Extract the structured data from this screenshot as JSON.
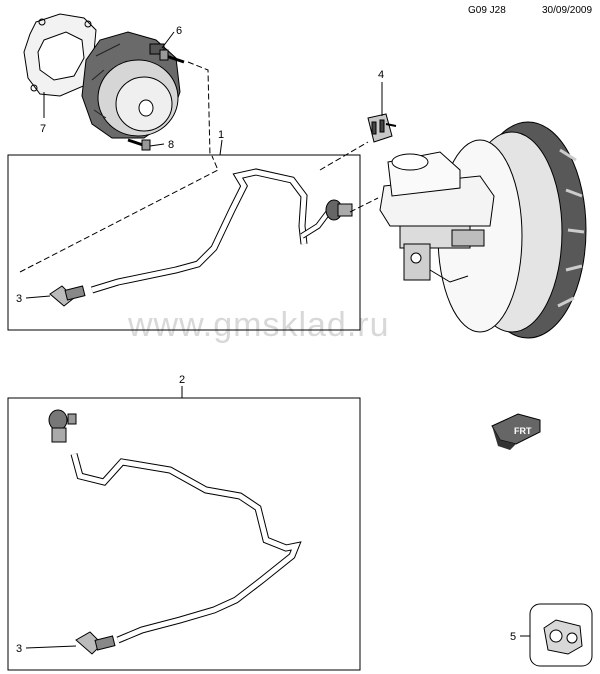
{
  "header": {
    "code": "G09 J28",
    "date": "30/09/2009"
  },
  "watermark": "www.gmsklad.ru",
  "direction_tag": "FRT",
  "callouts": [
    "1",
    "2",
    "3",
    "3",
    "4",
    "5",
    "6",
    "7",
    "8"
  ]
}
